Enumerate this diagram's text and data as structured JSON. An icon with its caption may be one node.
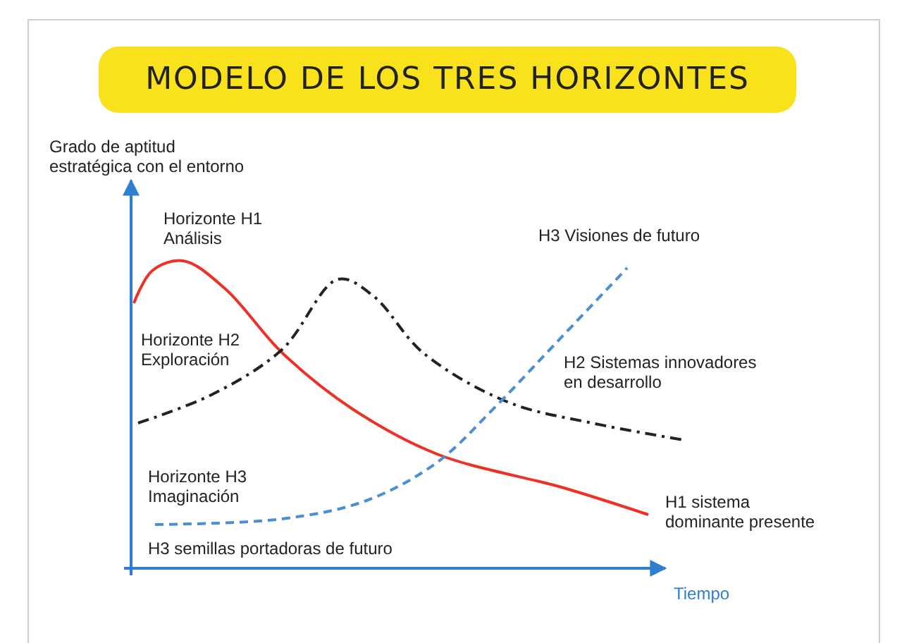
{
  "diagram": {
    "title": "MODELO DE LOS TRES HORIZONTES",
    "labels": [
      "Grado de aptitud estratégica con el entorno",
      "Horizonte H1 Análisis",
      "H3 Visiones de futuro",
      "Horizonte H2 Exploración",
      "H2 Sistemas innovadores en desarrollo",
      "Horizonte H3 Imaginación",
      "H1 sistema dominante presente",
      "H3 semillas portadoras de futuro",
      "Tiempo"
    ]
  }
}
